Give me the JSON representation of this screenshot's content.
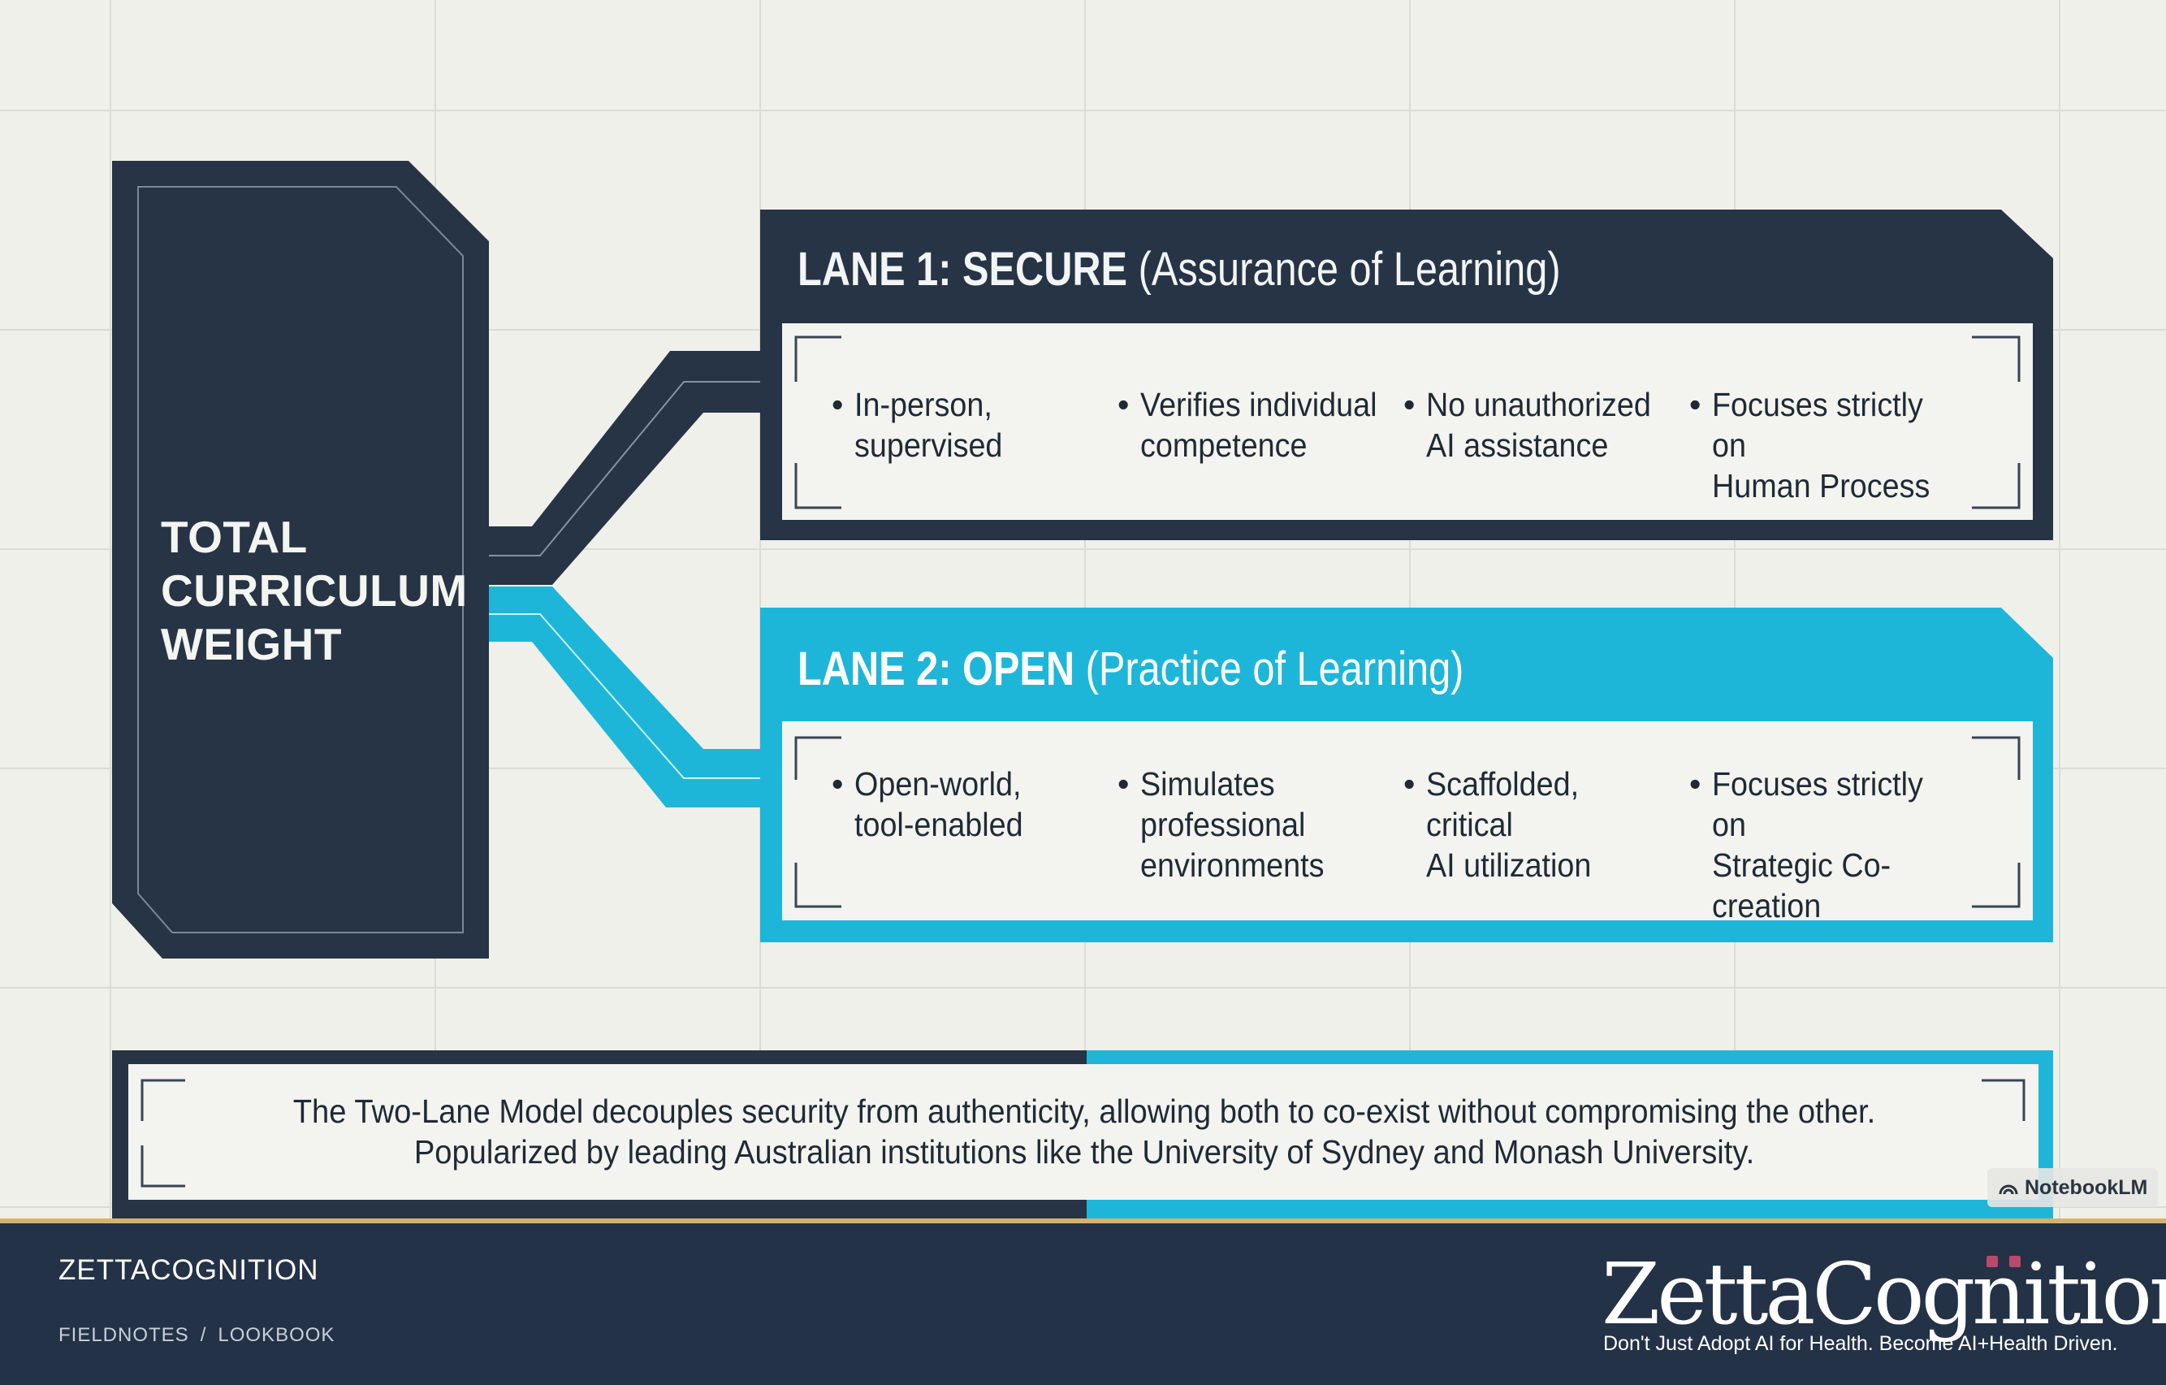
{
  "diagram": {
    "total_label": "TOTAL CURRICULUM WEIGHT",
    "lane1": {
      "title_strong": "LANE 1: SECURE",
      "title_rest": "(Assurance of Learning)",
      "color": "#263445",
      "bullets": [
        "In-person,\nsupervised",
        "Verifies individual\ncompetence",
        "No unauthorized\nAI assistance",
        "Focuses strictly on\nHuman Process"
      ]
    },
    "lane2": {
      "title_strong": "LANE 2: OPEN",
      "title_rest": "(Practice of Learning)",
      "color": "#1eb6d8",
      "bullets": [
        "Open-world,\ntool-enabled",
        "Simulates\nprofessional\nenvironments",
        "Scaffolded, critical\nAI utilization",
        "Focuses strictly on\nStrategic Co-creation"
      ]
    },
    "footer": {
      "line1": "The Two-Lane Model decouples security from authenticity, allowing both to co-exist without compromising the other.",
      "line2": "Popularized by leading Australian institutions like the University of Sydney and Monash University."
    },
    "watermark": "NotebookLM"
  },
  "brand_bar": {
    "title": "ZETTACOGNITION",
    "crumbs": [
      "FIELDNOTES",
      "/",
      "LOOKBOOK"
    ],
    "logo": "ZettaCognition",
    "tagline": "Don't Just Adopt AI for Health. Become AI+Health Driven."
  }
}
